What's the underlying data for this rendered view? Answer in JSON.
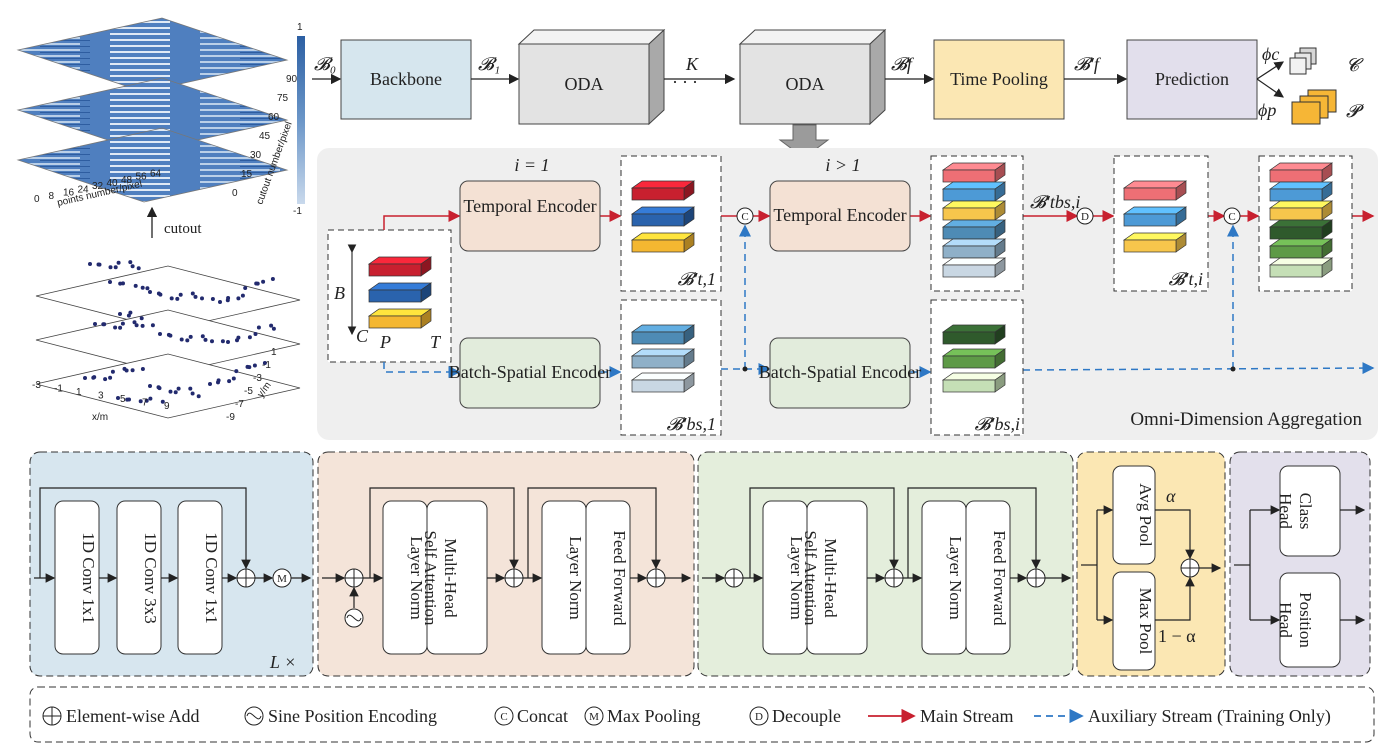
{
  "pipeline": {
    "b0": "𝓑₀",
    "b1": "𝓑₁",
    "k": "K",
    "bf": "𝓑f",
    "bfp": "𝓑′f",
    "backbone": "Backbone",
    "oda1": "ODA",
    "oda2": "ODA",
    "time_pooling": "Time Pooling",
    "prediction": "Prediction",
    "phi_c": "ϕc",
    "phi_p": "ϕp",
    "c_out": "𝓒",
    "p_out": "𝓟"
  },
  "left": {
    "cutout": "cutout",
    "points_axis": "points number/pixel",
    "cutout_axis": "cutout number/pixel",
    "x_axis": "x/m",
    "y_axis": "y/m",
    "cb_top": "1",
    "cb_bottom": "-1",
    "x_ticks": [
      "0",
      "8",
      "16",
      "24",
      "32",
      "40",
      "48",
      "56",
      "64"
    ],
    "y_ticks": [
      "0",
      "15",
      "30",
      "45",
      "60",
      "75",
      "90"
    ],
    "xm_ticks": [
      "-3",
      "-1",
      "1",
      "3",
      "5",
      "7",
      "9"
    ],
    "ym_ticks": [
      "-9",
      "-7",
      "-5",
      "-3",
      "-1",
      "1"
    ]
  },
  "oda": {
    "i_eq_1": "i = 1",
    "i_gt_1": "i > 1",
    "temporal_encoder": "Temporal Encoder",
    "batch_spatial_encoder": "Batch-Spatial Encoder",
    "bt1": "𝓑′t,1",
    "bbs1": "𝓑′bs,1",
    "btbsi": "𝓑′tbs,i",
    "bti": "𝓑′t,i",
    "bbsi": "𝓑′bs,i",
    "axis_b": "B",
    "axis_c": "C",
    "axis_p": "P",
    "axis_t": "T",
    "title": "Omni-Dimension Aggregation"
  },
  "bottom": {
    "conv1": "1D Conv 1x1",
    "conv3": "1D Conv 3x3",
    "conv1b": "1D Conv 1x1",
    "lx": "L ×",
    "layer_norm": "Layer Norm",
    "mhsa": "Multi-Head Self Attention",
    "ff": "Feed Forward",
    "avg_pool": "Avg Pool",
    "max_pool": "Max Pool",
    "alpha": "α",
    "one_minus_alpha": "1 − α",
    "class_head": "Class Head",
    "position_head": "Position Head"
  },
  "legend": {
    "add": "Element-wise Add",
    "sine": "Sine Position Encoding",
    "concat": "Concat",
    "maxpool": "Max Pooling",
    "decouple": "Decouple",
    "main": "Main Stream",
    "aux": "Auxiliary Stream (Training Only)"
  },
  "colors": {
    "main_stream": "#c8202f",
    "aux_stream": "#2e78c5",
    "backbone": "#d6e6ee",
    "oda": "#e3e3e3",
    "time_pooling": "#fbe7b3",
    "prediction": "#e2dfec",
    "temporal_enc": "#f4e1d4",
    "bs_enc": "#e2ecdc",
    "oda_bg": "#efefef",
    "conv_panel": "#d7e6ef",
    "attn_panel": "#f4e4d9",
    "bs_panel": "#e4eedc",
    "pool_panel": "#fbe7b3",
    "head_panel": "#e3e0ec"
  }
}
